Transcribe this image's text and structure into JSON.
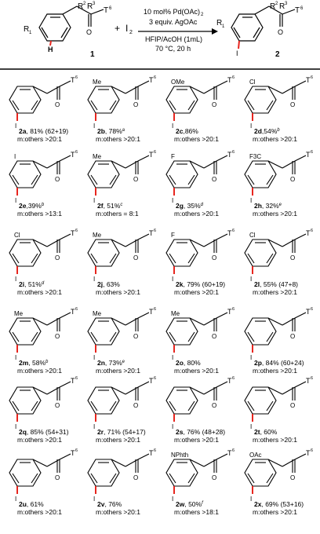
{
  "scheme": {
    "reactant_label": "1",
    "product_label": "2",
    "plus": "+",
    "reagent_I2": "I",
    "reagent_I2_sub": "2",
    "conditions": [
      {
        "text": "10 mol% Pd(OAc)",
        "sub": "2"
      },
      {
        "text": "3 equiv. AgOAc",
        "sub": ""
      },
      {
        "text": "HFIP/AcOH (1mL)",
        "sub": ""
      },
      {
        "text": "70 °C, 20 h",
        "sub": ""
      }
    ],
    "atoms": {
      "R": "R",
      "R1": "1",
      "R2": "R",
      "R2sup": "2",
      "R3": "R",
      "R3sup": "3",
      "T": "T",
      "T6": "6",
      "O": "O",
      "H": "H",
      "I": "I"
    }
  },
  "products": [
    {
      "id": "2a",
      "yield": ", 81% (62+19)",
      "sel": "m:others >20:1",
      "sub": "",
      "note": ""
    },
    {
      "id": "2b",
      "yield": ", 78%",
      "sup": "a",
      "sel": "m:others >20:1",
      "sub": "Me"
    },
    {
      "id": "2c",
      "yield": ",86%",
      "sup": "",
      "sel": "m:others >20:1",
      "sub": "OMe"
    },
    {
      "id": "2d",
      "yield": ",54%",
      "sup": "b",
      "sel": "m:others >20:1",
      "sub": "Cl"
    },
    {
      "id": "2e",
      "yield": ",39%",
      "sup": "b",
      "sel": "m:others >13:1",
      "sub": "I"
    },
    {
      "id": "2f",
      "yield": ", 51%",
      "sup": "c",
      "sel": "m:others = 8:1",
      "sub": "Me"
    },
    {
      "id": "2g",
      "yield": ", 35%",
      "sup": "d",
      "sel": "m:others >20:1",
      "sub": "F"
    },
    {
      "id": "2h",
      "yield": ", 32%",
      "sup": "e",
      "sel": "m:others >20:1",
      "sub": "F3C"
    },
    {
      "id": "2i",
      "yield": ", 51%",
      "sup": "d",
      "sel": "m:others >20:1",
      "sub": "Cl"
    },
    {
      "id": "2j",
      "yield": ", 63%",
      "sup": "",
      "sel": "m:others >20:1",
      "sub": "Me"
    },
    {
      "id": "2k",
      "yield": ", 79% (60+19)",
      "sup": "",
      "sel": "m:others >20:1",
      "sub": "F"
    },
    {
      "id": "2l",
      "yield": ", 55% (47+8)",
      "sup": "",
      "sel": "m:others >20:1",
      "sub": "Cl"
    },
    {
      "id": "2m",
      "yield": ", 58%",
      "sup": "b",
      "sel": "m:others >20:1",
      "sub": "Me"
    },
    {
      "id": "2n",
      "yield": ", 73%",
      "sup": "e",
      "sel": "m:others >20:1",
      "sub": "Me"
    },
    {
      "id": "2o",
      "yield": ", 80%",
      "sup": "",
      "sel": "m:others >20:1",
      "sub": "Me"
    },
    {
      "id": "2p",
      "yield": ", 84% (60+24)",
      "sup": "",
      "sel": "m:others >20:1",
      "sub": ""
    },
    {
      "id": "2q",
      "yield": ", 85% (54+31)",
      "sup": "",
      "sel": "m:others >20:1",
      "sub": ""
    },
    {
      "id": "2r",
      "yield": ", 71% (54+17)",
      "sup": "",
      "sel": "m:others >20:1",
      "sub": ""
    },
    {
      "id": "2s",
      "yield": ", 76% (48+28)",
      "sup": "",
      "sel": "m:others >20:1",
      "sub": ""
    },
    {
      "id": "2t",
      "yield": ", 60%",
      "sup": "",
      "sel": "m:others >20:1",
      "sub": ""
    },
    {
      "id": "2u",
      "yield": ", 61%",
      "sup": "",
      "sel": "m:others >20:1",
      "sub": ""
    },
    {
      "id": "2v",
      "yield": ", 76%",
      "sup": "",
      "sel": "m:others >20:1",
      "sub": ""
    },
    {
      "id": "2w",
      "yield": ", 50%",
      "sup": "f",
      "sel": "m:others >18:1",
      "sub": "NPhth"
    },
    {
      "id": "2x",
      "yield": ", 69% (53+16)",
      "sup": "",
      "sel": "m:others >20:1",
      "sub": "OAc"
    }
  ],
  "colors": {
    "highlight": "#e8261f",
    "ink": "#000000"
  }
}
